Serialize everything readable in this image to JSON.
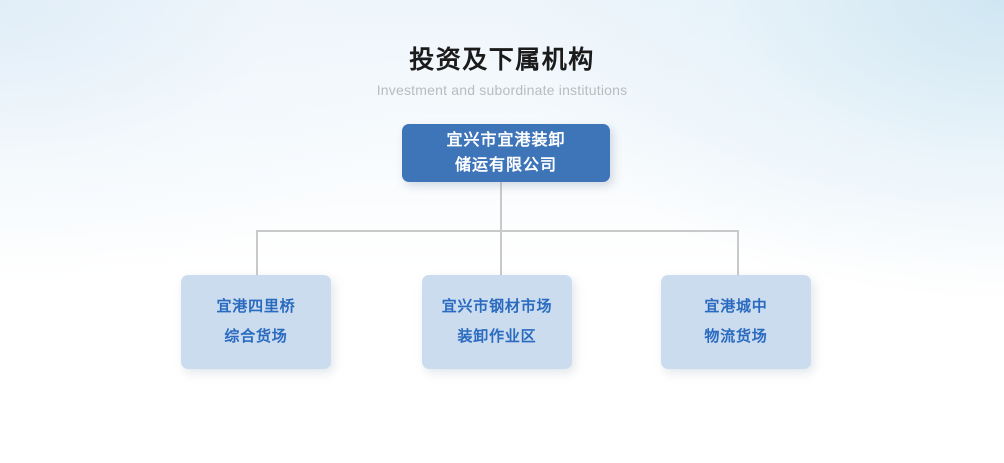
{
  "heading": {
    "title_cn": "投资及下属机构",
    "title_en": "Investment and subordinate institutions"
  },
  "chart_colors": {
    "root_fill": "#3E74B8",
    "root_text": "#FFFFFF",
    "child_fill": "#CCDCEF",
    "child_text": "#2A6BC0",
    "connector": "#C9C9C9",
    "title_cn": "#1B1B1B",
    "title_en": "#B9BCBF"
  },
  "org_chart": {
    "root": {
      "lines": [
        "宜兴市宜港装卸",
        "储运有限公司"
      ]
    },
    "children": [
      {
        "lines": [
          "宜港四里桥",
          "综合货场"
        ]
      },
      {
        "lines": [
          "宜兴市钢材市场",
          "装卸作业区"
        ]
      },
      {
        "lines": [
          "宜港城中",
          "物流货场"
        ]
      }
    ]
  }
}
